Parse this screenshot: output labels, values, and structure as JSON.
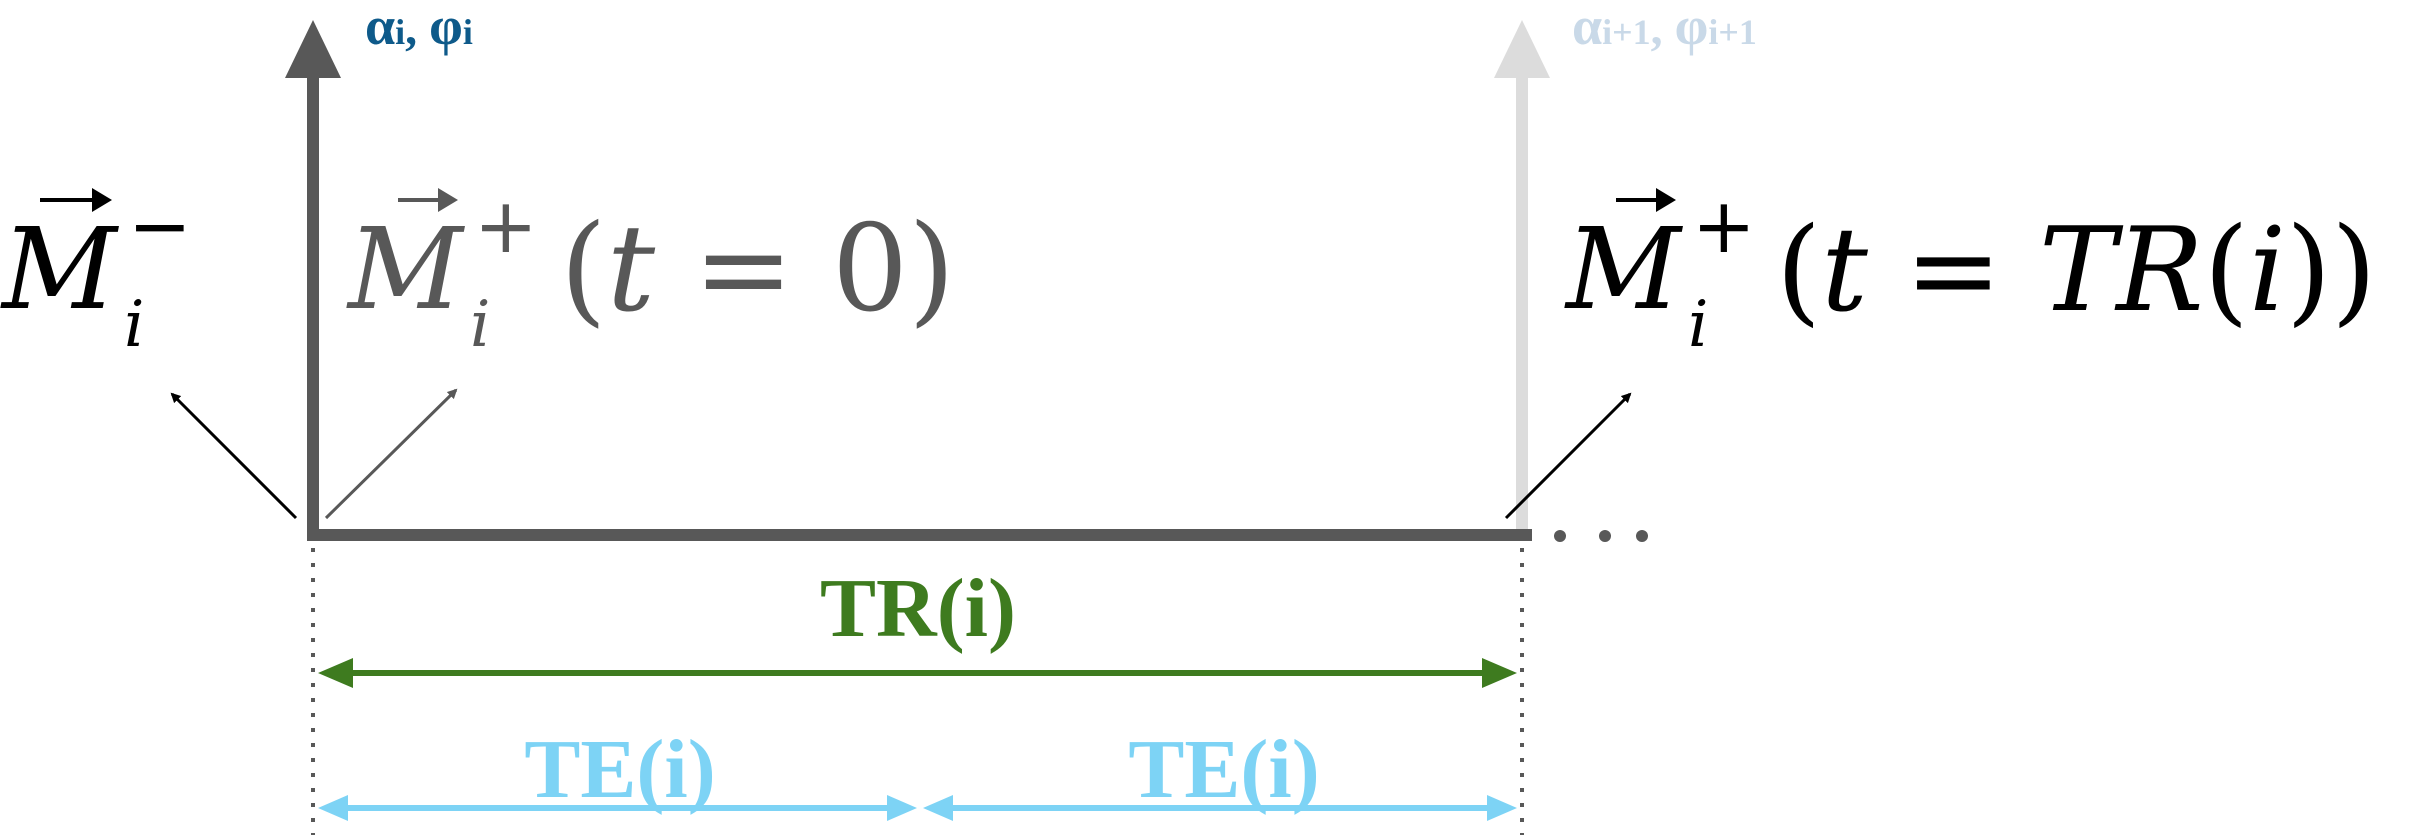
{
  "pulse_i": {
    "label_alpha": "α",
    "label_alpha_sub": "i",
    "label_sep": ", ",
    "label_phi": "φ",
    "label_phi_sub": "i",
    "color": "#0e5a8a",
    "arrow_color": "#585858"
  },
  "pulse_next": {
    "label_alpha": "α",
    "label_alpha_sub": "i+1",
    "label_sep": ", ",
    "label_phi": "φ",
    "label_phi_sub": "i+1",
    "color": "#c9d9e8",
    "arrow_color": "#dcdcdc"
  },
  "magnetization": {
    "before": {
      "symbol": "M",
      "sub": "i",
      "sup": "−"
    },
    "after_start": {
      "symbol": "M",
      "sub": "i",
      "sup": "+",
      "paren_open": "(",
      "var": "t",
      "equals": " = ",
      "value": "0",
      "paren_close": ")",
      "color": "#585858"
    },
    "after_end": {
      "symbol": "M",
      "sub": "i",
      "sup": "+",
      "paren_open": "(",
      "var": "t",
      "equals": " = ",
      "value_italic": "TR",
      "value_paren_open": "(",
      "value_index": "i",
      "value_paren_close": ")",
      "paren_close": ")",
      "color": "#000000"
    }
  },
  "continuation": "…",
  "intervals": {
    "tr": {
      "label": "TR(i)",
      "color": "#3e7b1f"
    },
    "te_first": {
      "label": "TE(i)",
      "color": "#7dd3f5"
    },
    "te_second": {
      "label": "TE(i)",
      "color": "#7dd3f5"
    }
  },
  "colors": {
    "timeline": "#585858",
    "guides": "#585858"
  }
}
